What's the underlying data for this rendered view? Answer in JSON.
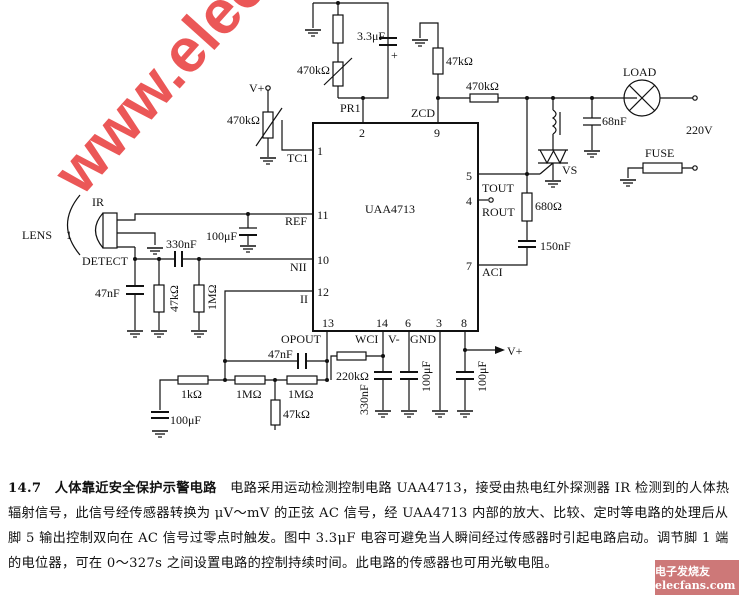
{
  "diagram": {
    "ic_name": "UAA4713",
    "pins": {
      "p1": "1",
      "p2": "2",
      "p9": "9",
      "p5": "5",
      "p4": "4",
      "p7": "7",
      "p11": "11",
      "p10": "10",
      "p12": "12",
      "p13": "13",
      "p14": "14",
      "p6": "6",
      "p3": "3",
      "p8": "8"
    },
    "pin_names": {
      "tc1": "TC1",
      "pr1": "PR1",
      "zcd": "ZCD",
      "tout": "TOUT",
      "rout": "ROUT",
      "aci": "ACI",
      "ref": "REF",
      "nii": "NII",
      "ii": "II",
      "opout": "OPOUT",
      "wci": "WCI",
      "vminus": "V-",
      "gnd": "GND"
    },
    "components": {
      "cap_3u3": "3.3μF",
      "pot_470k_top": "470kΩ",
      "r_47k_zcd": "47kΩ",
      "r_470k": "470kΩ",
      "load": "LOAD",
      "cap_68n": "68nF",
      "v220": "220V",
      "fuse": "FUSE",
      "triac": "VS",
      "r_680": "680Ω",
      "cap_150n": "150nF",
      "vplus_left": "V+",
      "pot_470k_left": "470kΩ",
      "ir": "IR",
      "lens": "LENS",
      "lens_num": "1",
      "detect": "DETECT",
      "cap_100u_ref": "100μF",
      "cap_330n": "330nF",
      "cap_47n": "47nF",
      "r_47k": "47kΩ",
      "r_1m": "1MΩ",
      "cap_47n_fb": "47nF",
      "r_1k": "1kΩ",
      "r_1m_a": "1MΩ",
      "r_1m_b": "1MΩ",
      "r_47k_b": "47kΩ",
      "cap_100u_b": "100μF",
      "r_220k": "220kΩ",
      "cap_330n_b": "330nF",
      "cap_100u_6": "100μF",
      "cap_100u_8": "100μF",
      "vplus_right": "V+"
    }
  },
  "caption": {
    "title": "14.7　人体靠近安全保护示警电路",
    "body": "电路采用运动检测控制电路 UAA4713，接受由热电红外探测器 IR 检测到的人体热辐射信号，此信号经传感器转换为 μV～mV 的正弦 AC 信号，经 UAA4713 内部的放大、比较、定时等电路的处理后从脚 5 输出控制双向在 AC 信号过零点时触发。图中 3.3μF 电容可避免当人瞬间经过传感器时引起电路启动。调节脚 1 端的电位器，可在 0～327s 之间设置电路的控制持续时间。此电路的传感器也可用光敏电阻。"
  },
  "watermark": "www.elecfans.com",
  "logo": "电子发烧友 elecfans.com"
}
